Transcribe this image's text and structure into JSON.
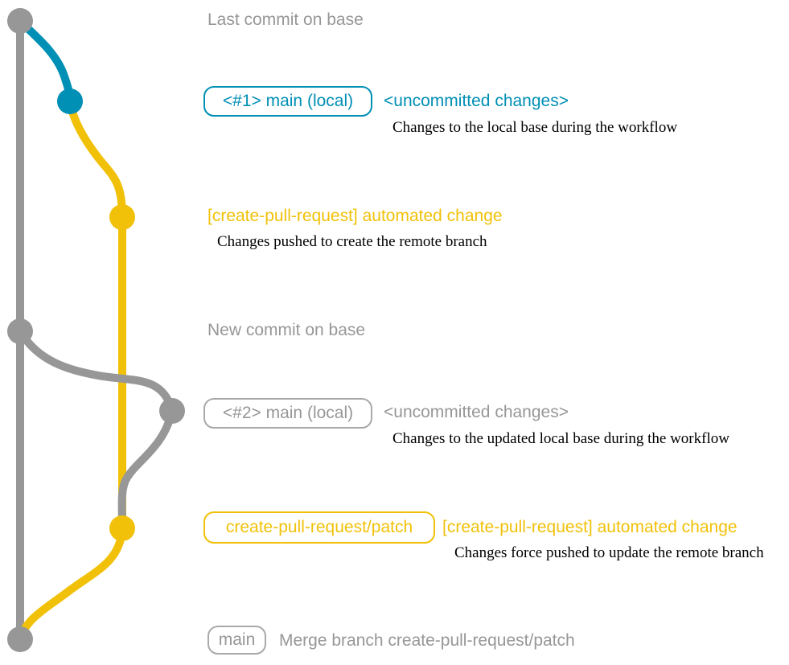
{
  "colors": {
    "base": "#979797",
    "local": "#008fb5",
    "patch": "#f1c109",
    "note": "#000000",
    "badge_gray": "#a9a9a9",
    "background": "#ffffff"
  },
  "rows": {
    "last_commit": {
      "text": "Last commit on base"
    },
    "local1": {
      "badge": "<#1> main (local)",
      "heading": "<uncommitted changes>",
      "note": "Changes to the local base during the workflow"
    },
    "remote1": {
      "heading": "[create-pull-request] automated change",
      "note": "Changes pushed to create the remote branch"
    },
    "new_commit": {
      "text": "New commit on base"
    },
    "local2": {
      "badge": "<#2> main (local)",
      "heading": "<uncommitted changes>",
      "note": "Changes to the updated local base during the workflow"
    },
    "remote2": {
      "badge": "create-pull-request/patch",
      "heading": "[create-pull-request] automated change",
      "note": "Changes force pushed to update the remote branch"
    },
    "merge": {
      "badge": "main",
      "text": "Merge branch create-pull-request/patch"
    }
  }
}
